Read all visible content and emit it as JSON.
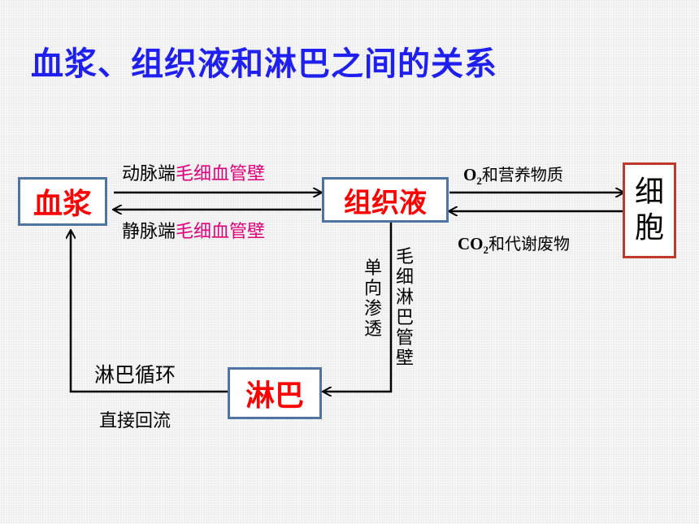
{
  "title": "血浆、组织液和淋巴之间的关系",
  "nodes": {
    "plasma": "血浆",
    "tissue_fluid": "组织液",
    "lymph": "淋巴",
    "cell_line1": "细",
    "cell_line2": "胞"
  },
  "labels": {
    "arterial_prefix": "动脉端",
    "arterial_wall": "毛细血管壁",
    "venous_prefix": "静脉端",
    "venous_wall": "毛细血管壁",
    "o2": "O",
    "o2_sub": "2",
    "o2_rest": "和营养物质",
    "co2": "CO",
    "co2_sub": "2",
    "co2_rest": "和代谢废物",
    "one_way": "单向渗透",
    "lymph_capillary": "毛细淋巴管壁",
    "lymph_circulation": "淋巴循环",
    "direct_return": "直接回流"
  },
  "colors": {
    "title": "#1f1ff0",
    "node_text": "#ff0000",
    "highlight": "#e0007a",
    "blue_border": "#4f74a3",
    "red_border": "#c0392b"
  }
}
